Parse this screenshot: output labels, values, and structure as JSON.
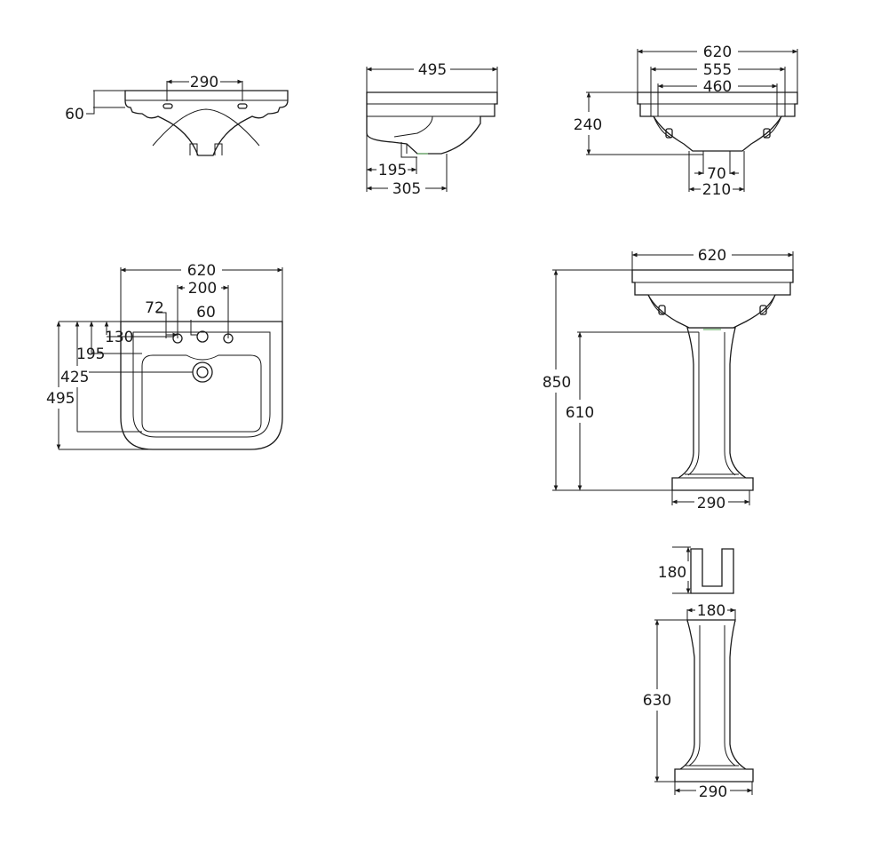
{
  "colors": {
    "line": "#1a1a1a",
    "background": "#ffffff",
    "accent": "#6fb56f"
  },
  "front_view": {
    "tap_spacing": "290",
    "rim_depth": "60"
  },
  "side_view": {
    "depth": "495",
    "waste_offset": "195",
    "wall_to_waste": "305"
  },
  "rear_view": {
    "overall_width": "620",
    "fixing_width": "555",
    "inner_width": "460",
    "height": "240",
    "waste_width": "70",
    "pedestal_top": "210"
  },
  "plan_view": {
    "overall_width": "620",
    "outer_taps": "200",
    "tap_offset": "72",
    "centre_tap": "60",
    "tap_depth": "130",
    "waste_depth": "195",
    "bowl_depth": "425",
    "overall_depth": "495"
  },
  "assembly_view": {
    "width": "620",
    "total_height": "850",
    "pedestal_height": "610",
    "base_width": "290"
  },
  "trap_cover": {
    "height": "180",
    "width": "180"
  },
  "pedestal_view": {
    "height": "630",
    "base_width": "290"
  }
}
